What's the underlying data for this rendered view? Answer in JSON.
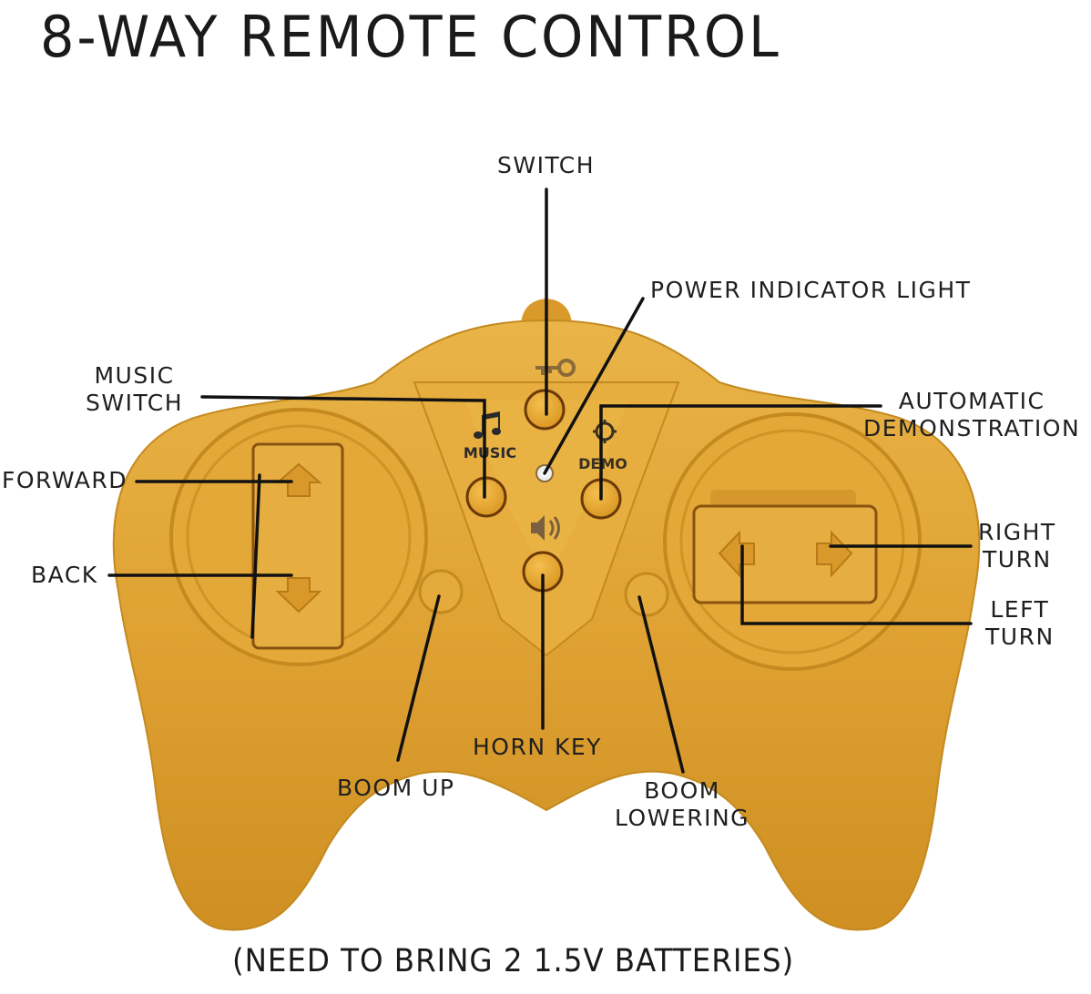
{
  "title": "8-WAY REMOTE CONTROL",
  "footer_note": "(NEED TO BRING 2 1.5V BATTERIES)",
  "colors": {
    "body": "#e0a332",
    "body_light": "#f0c260",
    "body_dark": "#b97c18",
    "button_rim": "#6b3a08",
    "leader_line": "#111111",
    "text": "#1f1f1f",
    "background": "#ffffff"
  },
  "device_markings": {
    "music": "MUSIC",
    "demo": "DEMO",
    "icons": [
      "key-icon",
      "music-note-icon",
      "gear-icon",
      "speaker-icon"
    ]
  },
  "callouts": {
    "switch": {
      "lines": [
        "SWITCH"
      ]
    },
    "power_light": {
      "lines": [
        "POWER INDICATOR LIGHT"
      ]
    },
    "music_switch": {
      "lines": [
        "MUSIC",
        "SWITCH"
      ]
    },
    "auto_demo": {
      "lines": [
        "AUTOMATIC",
        "DEMONSTRATION"
      ]
    },
    "forward": {
      "lines": [
        "FORWARD"
      ]
    },
    "back": {
      "lines": [
        "BACK"
      ]
    },
    "right_turn": {
      "lines": [
        "RIGHT",
        "TURN"
      ]
    },
    "left_turn": {
      "lines": [
        "LEFT",
        "TURN"
      ]
    },
    "horn_key": {
      "lines": [
        "HORN KEY"
      ]
    },
    "boom_up": {
      "lines": [
        "BOOM UP"
      ]
    },
    "boom_lowering": {
      "lines": [
        "BOOM",
        "LOWERING"
      ]
    }
  }
}
